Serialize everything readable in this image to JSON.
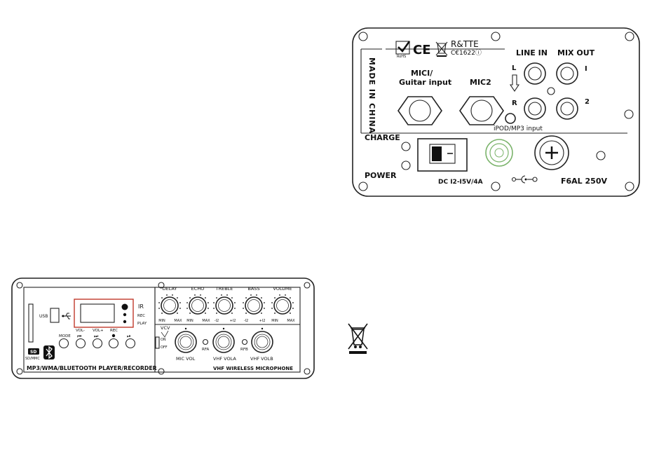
{
  "top_panel": {
    "made_in": "MADE IN CHINA",
    "rohs": "RoHS",
    "ce": "CE",
    "rtte_top": "R&TTE",
    "rtte_bottom": "C€1622ⓘ",
    "mic1_line1": "MICI/",
    "mic1_line2": "Guitar input",
    "mic2": "MIC2",
    "line_in": "LINE IN",
    "mix_out": "MIX OUT",
    "left": "L",
    "right": "R",
    "out1": "I",
    "out2": "2",
    "ipod": "iPOD/MP3 input",
    "charge": "CHARGE",
    "power": "POWER",
    "dc": "DC I2-I5V/4A",
    "fuse": "F6AL 250V"
  },
  "bottom_panel": {
    "usb": "USB",
    "ir": "IR",
    "rec": "REC",
    "play": "PLAY",
    "mode": "MODE",
    "vol_minus": "VOL-",
    "vol_plus": "VOL+",
    "rec_btn": "REC",
    "sd": "SD",
    "sd_mmc": "SD/MMC",
    "player_caption": "MP3/WMA/BLUETOOTH PLAYER/RECORDER",
    "knobs": [
      {
        "label": "DELAY",
        "min": "MIN",
        "max": "MAX"
      },
      {
        "label": "ECHO",
        "min": "MIN",
        "max": "MAX"
      },
      {
        "label": "TREBLE",
        "min": "-I2",
        "max": "+I2"
      },
      {
        "label": "BASS",
        "min": "-I2",
        "max": "+I2"
      },
      {
        "label": "VOLUME",
        "min": "MIN",
        "max": "MAX"
      }
    ],
    "vcv": "VCV",
    "on": "ON",
    "off": "OFF",
    "mic_vol": "MIC VOL",
    "rfa": "RFA",
    "vhf_vola": "VHF VOLA",
    "rfb": "RFB",
    "vhf_volb": "VHF VOLB",
    "wireless_caption": "VHF WIRELESS MICROPHONE"
  }
}
